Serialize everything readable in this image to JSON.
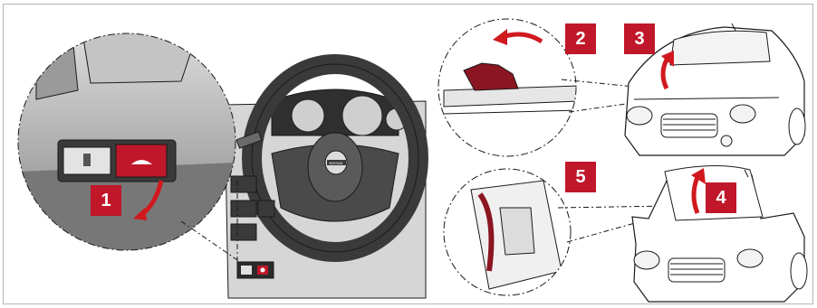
{
  "diagram": {
    "steps": [
      {
        "label": "1"
      },
      {
        "label": "2"
      },
      {
        "label": "3"
      },
      {
        "label": "4"
      },
      {
        "label": "5"
      }
    ],
    "logo_text": "NISSAN",
    "colors": {
      "accent_red": "#c0172a",
      "arrow_red": "#d0191f",
      "line": "#1a1a1a",
      "panel_dark": "#3a3a3a",
      "panel_mid": "#8a8a8a",
      "panel_light": "#d0d0d0",
      "frame": "#b5b5b5"
    },
    "icons": [
      "fuel-door-release-icon",
      "hood-release-icon",
      "curved-arrow-icon",
      "car-icon",
      "steering-wheel-icon"
    ]
  }
}
